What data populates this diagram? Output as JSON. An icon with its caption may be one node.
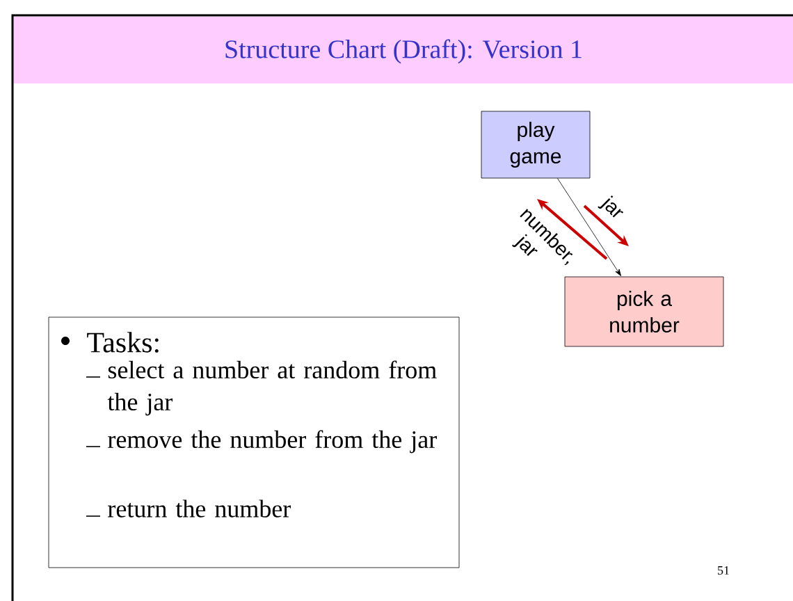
{
  "diagram": {
    "title": "Structure Chart (Draft): Version 1",
    "nodes": [
      {
        "text": [
          "play game"
        ]
      },
      {
        "text": [
          "pick a number"
        ]
      },
      {
        "text": [
          "Tasks:",
          "select a number at random from the jar",
          "remove the number from the jar",
          "return the number"
        ]
      }
    ],
    "edges": [
      {
        "from": 0,
        "to": 1,
        "arrow": "to"
      }
    ],
    "labels": [
      "jar",
      "number, jar",
      "51"
    ]
  }
}
